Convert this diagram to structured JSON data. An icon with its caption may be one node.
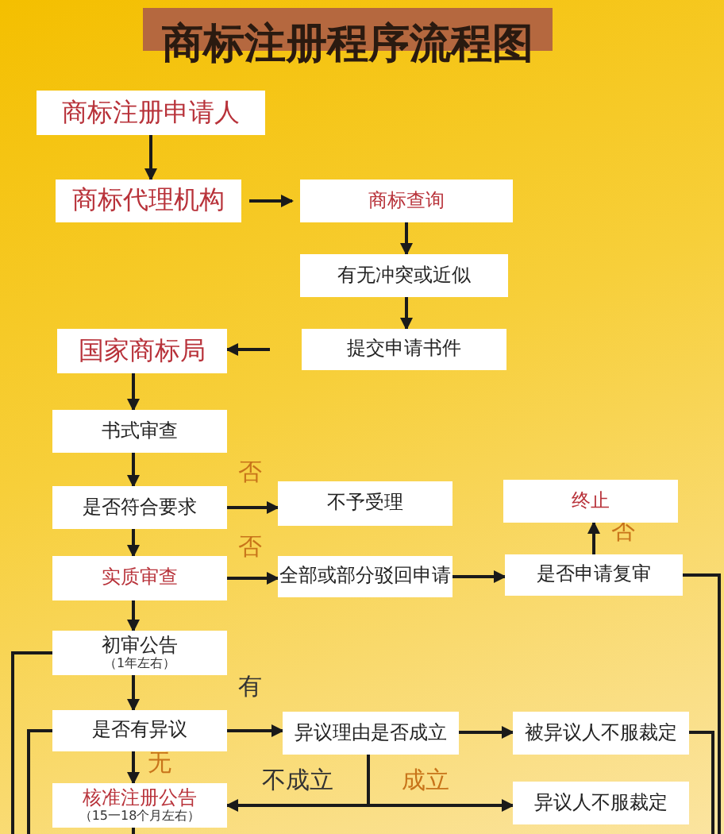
{
  "diagram": {
    "title": "商标注册程序流程图",
    "nodes": [
      {
        "text": [
          "商标注册申请人"
        ]
      },
      {
        "text": [
          "商标代理机构"
        ]
      },
      {
        "text": [
          "商标查询"
        ]
      },
      {
        "text": [
          "有无冲突或近似"
        ]
      },
      {
        "text": [
          "提交申请书件"
        ]
      },
      {
        "text": [
          "国家商标局"
        ]
      },
      {
        "text": [
          "书式审查"
        ]
      },
      {
        "text": [
          "是否符合要求"
        ]
      },
      {
        "text": [
          "不予受理"
        ]
      },
      {
        "text": [
          "终止"
        ]
      },
      {
        "text": [
          "实质审查"
        ]
      },
      {
        "text": [
          "全部或部分驳回申请"
        ]
      },
      {
        "text": [
          "是否申请复审"
        ]
      },
      {
        "text": [
          "初审公告",
          "（1年左右）"
        ]
      },
      {
        "text": [
          "是否有异议"
        ]
      },
      {
        "text": [
          "异议理由是否成立"
        ]
      },
      {
        "text": [
          "被异议人不服裁定"
        ]
      },
      {
        "text": [
          "核准注册公告",
          "（15一18个月左右）"
        ]
      },
      {
        "text": [
          "异议人不服裁定"
        ]
      }
    ],
    "edges": [
      {
        "from": 0,
        "to": 1,
        "arrow": "to"
      },
      {
        "from": 1,
        "to": 2,
        "arrow": "to"
      },
      {
        "from": 2,
        "to": 3,
        "arrow": "to"
      },
      {
        "from": 3,
        "to": 4,
        "arrow": "to"
      },
      {
        "from": 4,
        "to": 5,
        "arrow": "to"
      },
      {
        "from": 5,
        "to": 6,
        "arrow": "to"
      },
      {
        "from": 6,
        "to": 7,
        "arrow": "to"
      },
      {
        "from": 7,
        "to": 8,
        "arrow": "to",
        "label": "否"
      },
      {
        "from": 7,
        "to": 10,
        "arrow": "to"
      },
      {
        "from": 10,
        "to": 11,
        "arrow": "to",
        "label": "否"
      },
      {
        "from": 11,
        "to": 12,
        "arrow": "to"
      },
      {
        "from": 12,
        "to": 9,
        "arrow": "to",
        "label": "否"
      },
      {
        "from": 10,
        "to": 13,
        "arrow": "to"
      },
      {
        "from": 13,
        "to": 14,
        "arrow": "to"
      },
      {
        "from": 14,
        "to": 15,
        "arrow": "to",
        "label": "有"
      },
      {
        "from": 15,
        "to": 16,
        "arrow": "to"
      },
      {
        "from": 14,
        "to": 17,
        "arrow": "to",
        "label": "无"
      },
      {
        "from": 15,
        "to": 17,
        "arrow": "to",
        "label": "不成立"
      },
      {
        "from": 15,
        "to": 18,
        "arrow": "to",
        "label": "成立"
      },
      {
        "from": 12,
        "to": null,
        "arrow": "none"
      },
      {
        "from": 16,
        "to": null,
        "arrow": "none"
      },
      {
        "from": 13,
        "to": null,
        "arrow": "none"
      },
      {
        "from": 14,
        "to": null,
        "arrow": "none"
      },
      {
        "from": 17,
        "to": null,
        "arrow": "none"
      }
    ]
  }
}
